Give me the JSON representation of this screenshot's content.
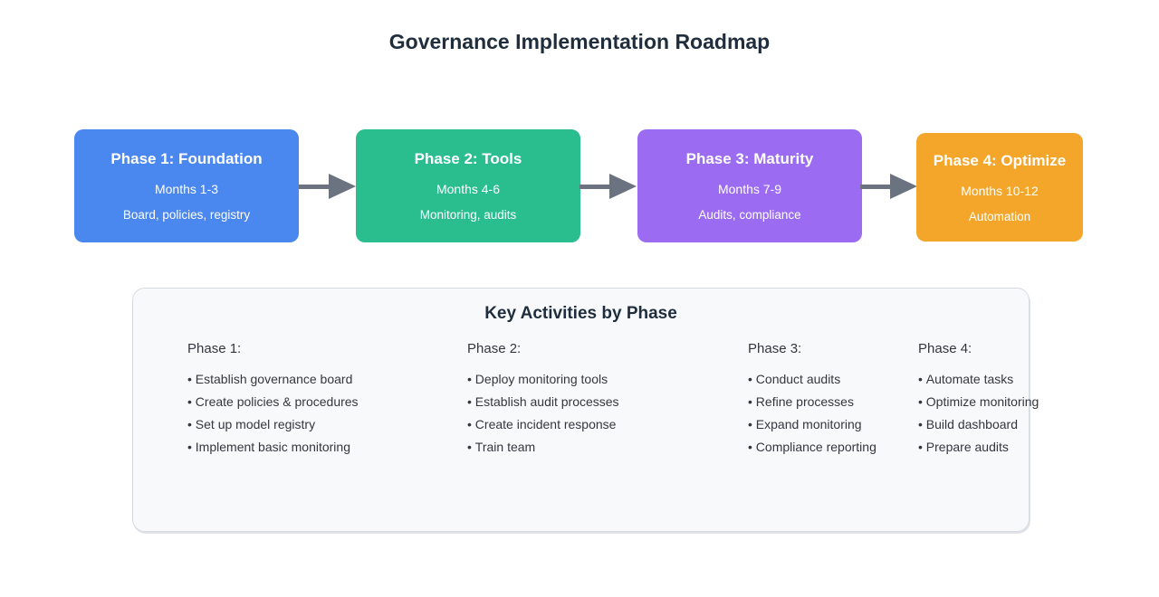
{
  "title": "Governance Implementation Roadmap",
  "phases": [
    {
      "title": "Phase 1: Foundation",
      "months": "Months 1-3",
      "summary": "Board, policies, registry",
      "color": "#4a87ee"
    },
    {
      "title": "Phase 2: Tools",
      "months": "Months 4-6",
      "summary": "Monitoring, audits",
      "color": "#2abd8d"
    },
    {
      "title": "Phase 3: Maturity",
      "months": "Months 7-9",
      "summary": "Audits, compliance",
      "color": "#9b6bf2"
    },
    {
      "title": "Phase 4: Optimize",
      "months": "Months 10-12",
      "summary": "Automation",
      "color": "#f4a62a"
    }
  ],
  "activities_panel": {
    "title": "Key Activities by Phase",
    "columns": [
      {
        "label": "Phase 1:",
        "items": [
          "Establish governance board",
          "Create policies & procedures",
          "Set up model registry",
          "Implement basic monitoring"
        ]
      },
      {
        "label": "Phase 2:",
        "items": [
          "Deploy monitoring tools",
          "Establish audit processes",
          "Create incident response",
          "Train team"
        ]
      },
      {
        "label": "Phase 3:",
        "items": [
          "Conduct audits",
          "Refine processes",
          "Expand monitoring",
          "Compliance reporting"
        ]
      },
      {
        "label": "Phase 4:",
        "items": [
          "Automate tasks",
          "Optimize monitoring",
          "Build dashboard",
          "Prepare audits"
        ]
      }
    ]
  },
  "colors": {
    "arrow": "#6b7280",
    "title_text": "#1f2d3d",
    "panel_background": "#f8f9fb",
    "panel_border": "#d6dae2",
    "body_text": "#33373d"
  }
}
